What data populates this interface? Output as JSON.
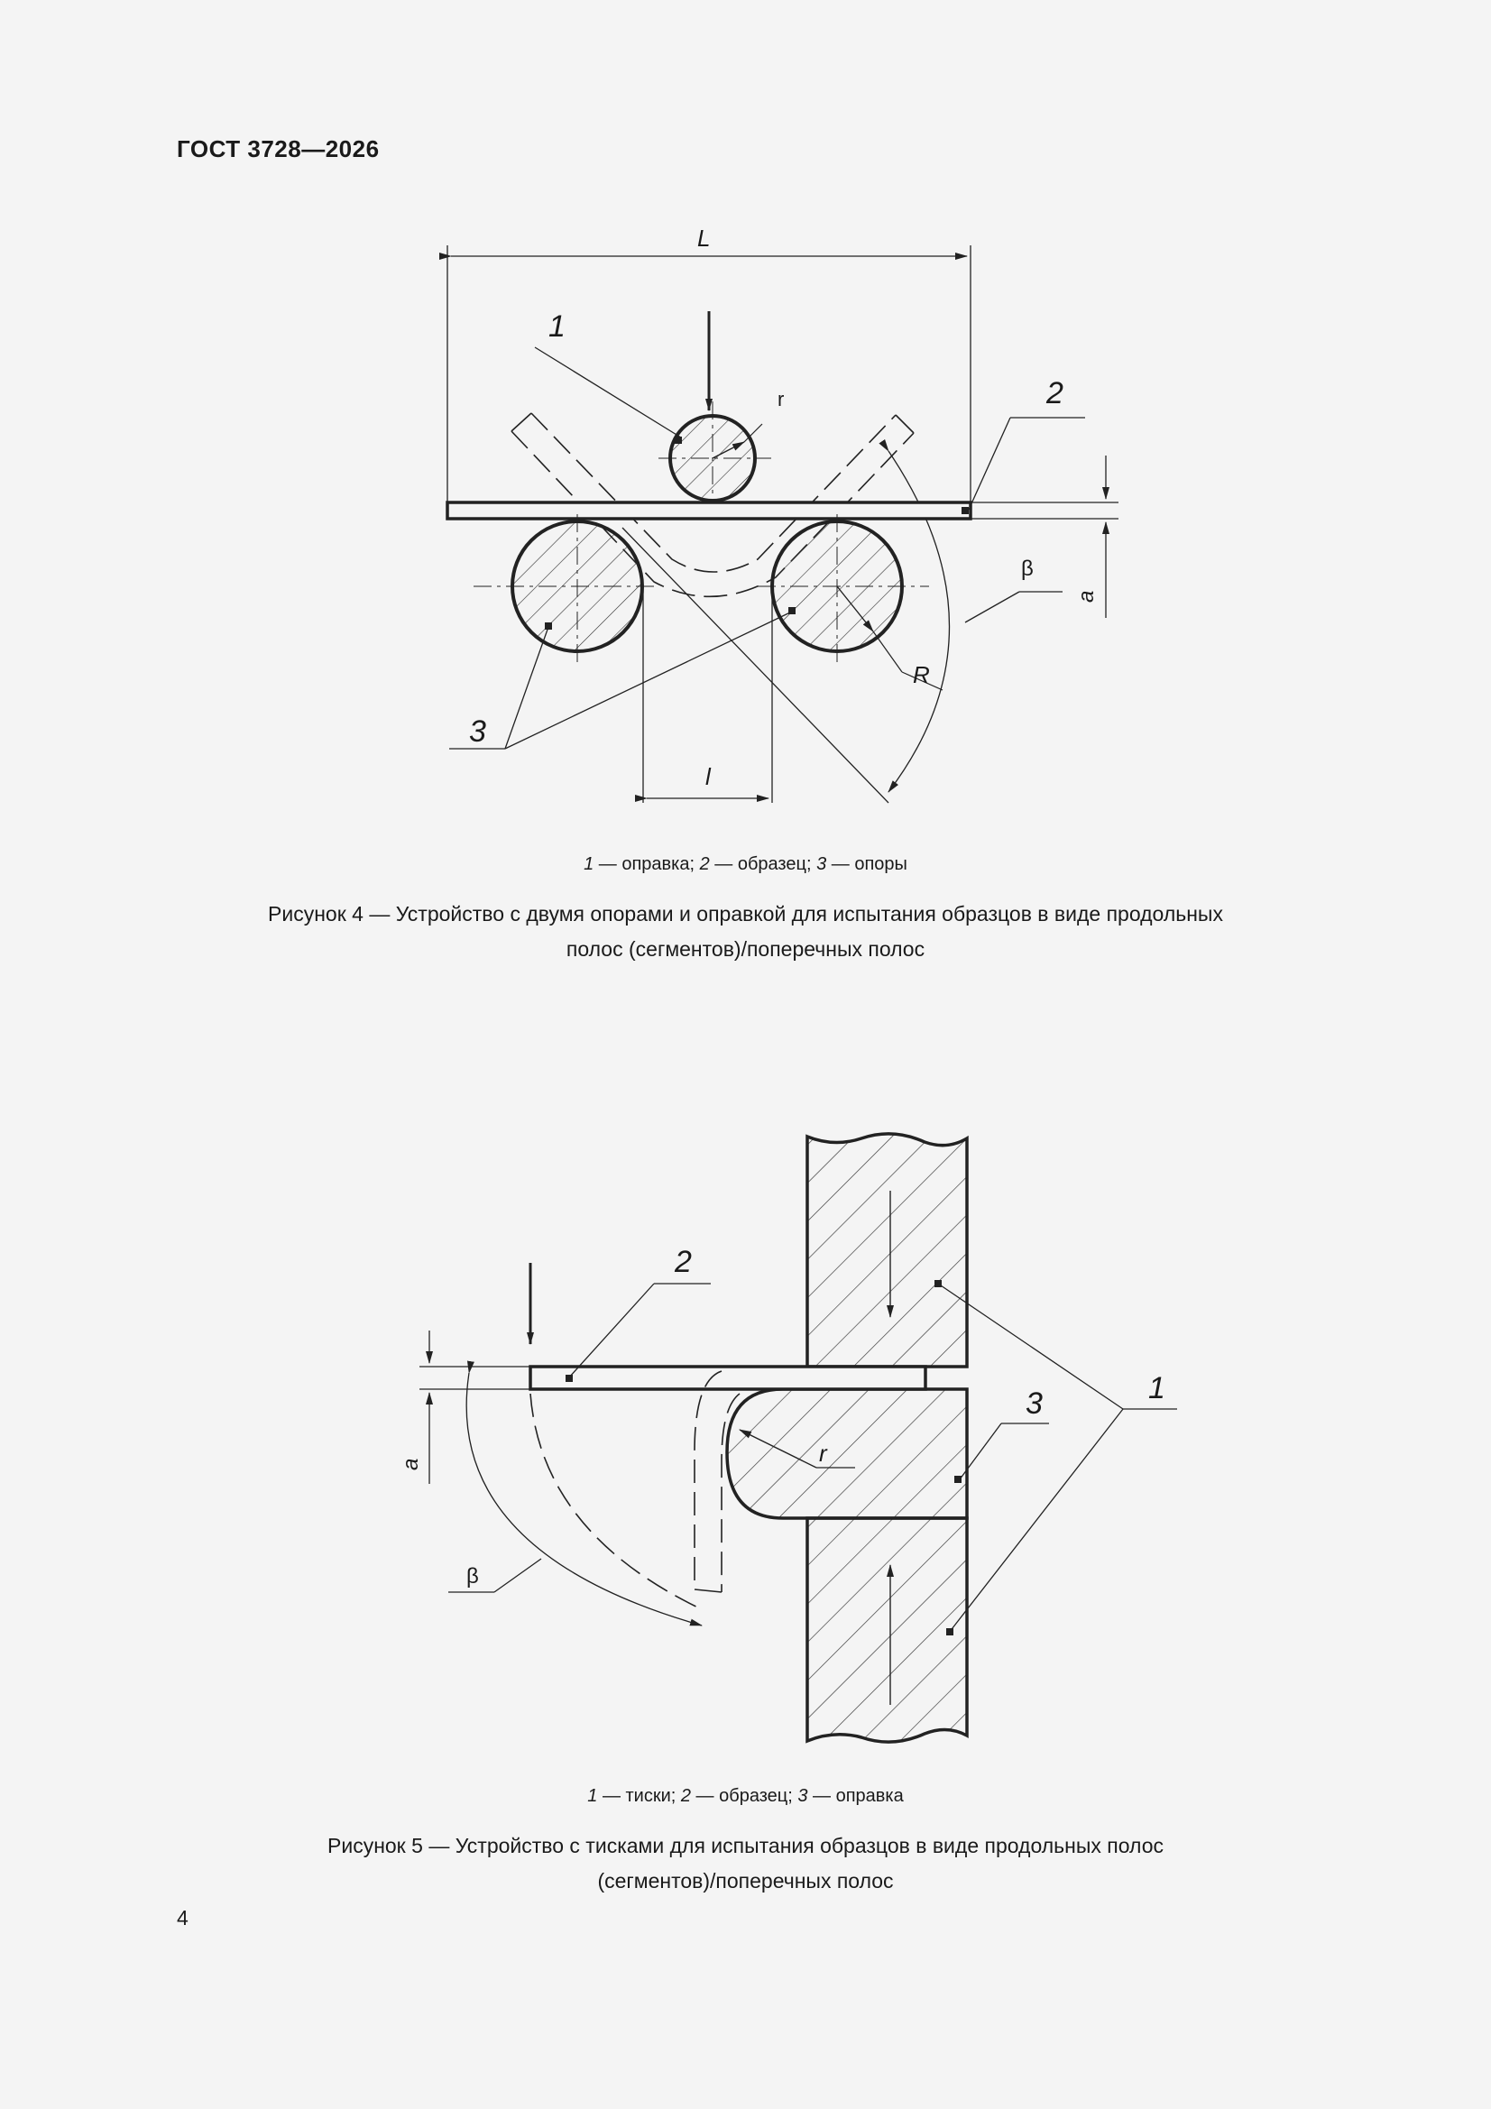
{
  "header": {
    "doc_id": "ГОСТ 3728—2026"
  },
  "figure4": {
    "labels": {
      "dim_length": "L",
      "callout_1": "1",
      "callout_2": "2",
      "callout_3": "3",
      "radius_small": "r",
      "radius_large": "R",
      "angle": "β",
      "thickness": "a",
      "gap": "l"
    },
    "legend": [
      {
        "num": "1",
        "text": " — оправка; "
      },
      {
        "num": "2",
        "text": " — образец; "
      },
      {
        "num": "3",
        "text": " — опоры"
      }
    ],
    "caption_line1": "Рисунок 4 — Устройство с двумя опорами и оправкой для испытания образцов в виде продольных",
    "caption_line2": "полос  (сегментов)/поперечных полос"
  },
  "figure5": {
    "labels": {
      "callout_1": "1",
      "callout_2": "2",
      "callout_3": "3",
      "radius": "r",
      "angle": "β",
      "thickness": "a"
    },
    "legend": [
      {
        "num": "1",
        "text": " — тиски; "
      },
      {
        "num": "2",
        "text": " — образец; "
      },
      {
        "num": "3",
        "text": " — оправка"
      }
    ],
    "caption_line1": "Рисунок 5 — Устройство с тисками для испытания образцов в виде продольных полос",
    "caption_line2": "(сегментов)/поперечных  полос"
  },
  "footer": {
    "page_number": "4"
  }
}
